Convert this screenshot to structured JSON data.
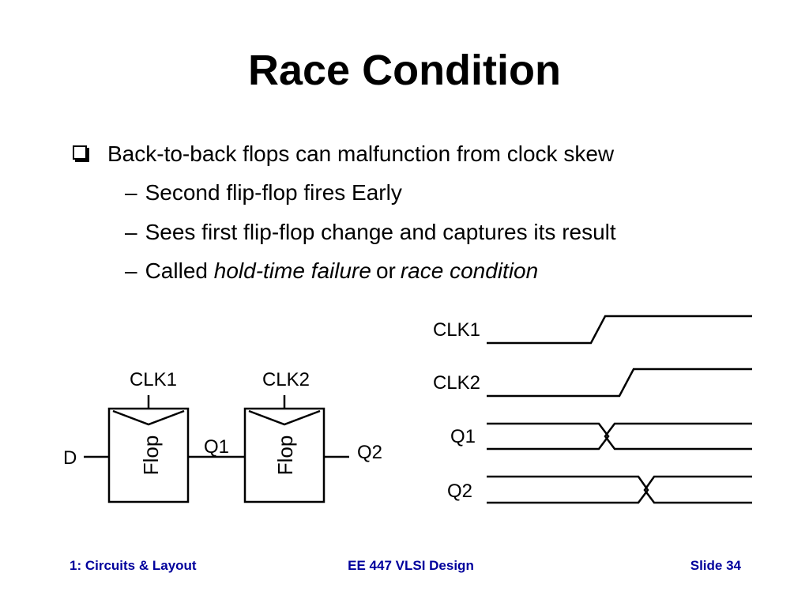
{
  "slide": {
    "title": "Race Condition",
    "bullet": "Back-to-back flops can malfunction from clock skew",
    "subs": [
      {
        "text": "Second flip-flop fires Early"
      },
      {
        "text": "Sees first flip-flop change and captures its result"
      },
      {
        "pre": "Called ",
        "italic1": "hold-time failure",
        "mid": "or",
        "italic2": "race condition"
      }
    ]
  },
  "circuit": {
    "flop1_clock": "CLK1",
    "flop2_clock": "CLK2",
    "flop_label": "Flop",
    "input": "D",
    "mid_signal": "Q1",
    "output": "Q2"
  },
  "timing": {
    "signals": [
      "CLK1",
      "CLK2",
      "Q1",
      "Q2"
    ]
  },
  "footer": {
    "left": "1: Circuits & Layout",
    "center": "EE 447 VLSI Design",
    "right": "Slide 34"
  },
  "colors": {
    "footer_text": "#00009c"
  }
}
